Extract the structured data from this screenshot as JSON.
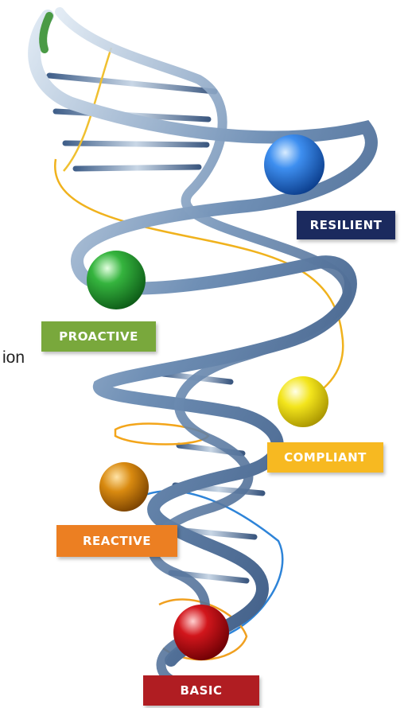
{
  "labels": {
    "resilient": "RESILIENT",
    "proactive": "PROACTIVE",
    "compliant": "COMPLIANT",
    "reactive": "REACTIVE",
    "basic": "BASIC"
  },
  "fragment_text": "ion",
  "colors": {
    "resilient": "#1b2a5e",
    "proactive": "#79a83c",
    "compliant": "#f7b921",
    "reactive": "#ec7f22",
    "basic": "#b01d22",
    "blue_sphere": "#2e7ee0",
    "green_sphere": "#2eaa3a",
    "yellow_sphere": "#f2e21a",
    "orange_sphere": "#d98a10",
    "red_sphere": "#d2161c"
  }
}
